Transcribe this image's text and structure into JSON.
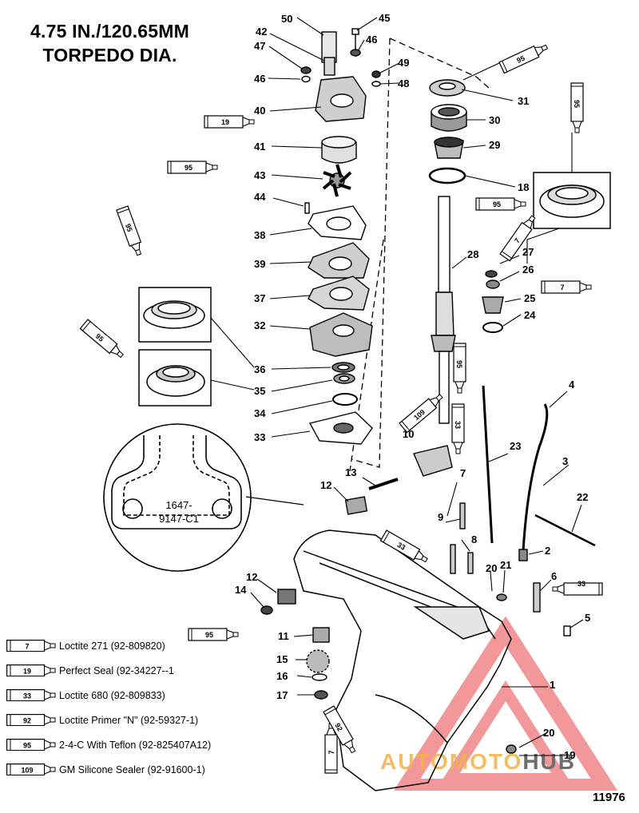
{
  "title": {
    "line1": "4.75 IN./120.65MM",
    "line2": "TORPEDO DIA."
  },
  "detail_code": {
    "line1": "1647-",
    "line2": "9147-C1"
  },
  "figure_id": "11976",
  "watermark": {
    "part1": "AUTO",
    "part2": "MOTO",
    "part3": "HUB",
    "color_orange": "#f3b24a",
    "color_red": "#e8444a",
    "color_gray": "#6d6d6d"
  },
  "callouts": {
    "c50": "50",
    "c45": "45",
    "c42": "42",
    "c46a": "46",
    "c47": "47",
    "c49": "49",
    "c46b": "46",
    "c48": "48",
    "c31": "31",
    "c40": "40",
    "c30": "30",
    "c29": "29",
    "c41": "41",
    "c18": "18",
    "c43": "43",
    "c44": "44",
    "c38": "38",
    "c28": "28",
    "c27": "27",
    "c26": "26",
    "c39": "39",
    "c37": "37",
    "c25": "25",
    "c24": "24",
    "c32": "32",
    "c36": "36",
    "c35": "35",
    "c34": "34",
    "c33": "33",
    "c4": "4",
    "c10": "10",
    "c23": "23",
    "c3": "3",
    "c13": "13",
    "c7": "7",
    "c12a": "12",
    "c22": "22",
    "c9": "9",
    "c8": "8",
    "c2": "2",
    "c21": "21",
    "c20a": "20",
    "c12b": "12",
    "c14": "14",
    "c6": "6",
    "c5": "5",
    "c11": "11",
    "c15": "15",
    "c16": "16",
    "c17": "17",
    "c1": "1",
    "c20b": "20",
    "c19": "19"
  },
  "tubes": {
    "t19": "19",
    "t95a": "95",
    "t95b": "95",
    "t95c": "95",
    "t95d": "95",
    "t95e": "95",
    "t95f": "95",
    "t95g": "95",
    "t7a": "7",
    "t7b": "7",
    "t109": "109",
    "t33a": "33",
    "t33b": "33",
    "t33c": "33",
    "t95h": "95",
    "t7c": "7",
    "t92": "92"
  },
  "legend": [
    {
      "code": "7",
      "label": "Loctite 271 (92-809820)"
    },
    {
      "code": "19",
      "label": "Perfect Seal (92-34227--1"
    },
    {
      "code": "33",
      "label": "Loctite 680 (92-809833)"
    },
    {
      "code": "92",
      "label": "Loctite Primer \"N\" (92-59327-1)"
    },
    {
      "code": "95",
      "label": "2-4-C  With Teflon (92-825407A12)"
    },
    {
      "code": "109",
      "label": "GM Silicone Sealer (92-91600-1)"
    }
  ]
}
